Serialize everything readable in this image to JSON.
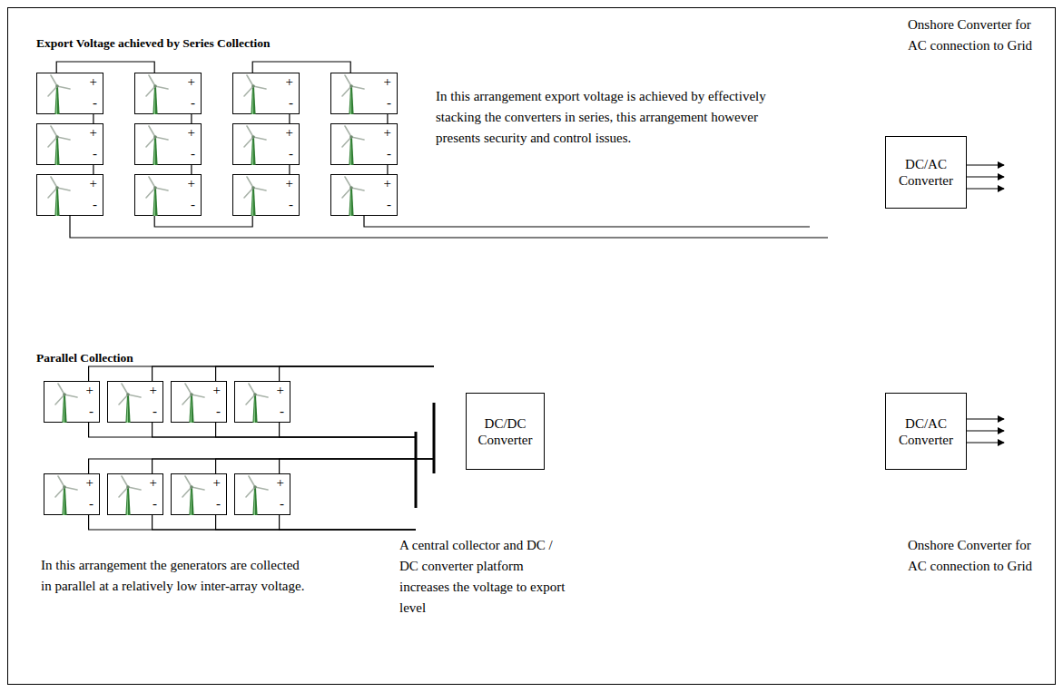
{
  "diagram": {
    "nodes": [
      {
        "text": [
          "+",
          "-"
        ]
      },
      {
        "text": [
          "+",
          "-"
        ]
      },
      {
        "text": [
          "+",
          "-"
        ]
      },
      {
        "text": [
          "+",
          "-"
        ]
      },
      {
        "text": [
          "+",
          "-"
        ]
      },
      {
        "text": [
          "+",
          "-"
        ]
      },
      {
        "text": [
          "+",
          "-"
        ]
      },
      {
        "text": [
          "+",
          "-"
        ]
      },
      {
        "text": [
          "+",
          "-"
        ]
      },
      {
        "text": [
          "+",
          "-"
        ]
      },
      {
        "text": [
          "+",
          "-"
        ]
      },
      {
        "text": [
          "+",
          "-"
        ]
      },
      {
        "text": [
          "DC/AC Converter"
        ]
      },
      {
        "text": [
          "+",
          "-"
        ]
      },
      {
        "text": [
          "+",
          "-"
        ]
      },
      {
        "text": [
          "+",
          "-"
        ]
      },
      {
        "text": [
          "+",
          "-"
        ]
      },
      {
        "text": [
          "+",
          "-"
        ]
      },
      {
        "text": [
          "+",
          "-"
        ]
      },
      {
        "text": [
          "+",
          "-"
        ]
      },
      {
        "text": [
          "+",
          "-"
        ]
      },
      {
        "text": [
          "DC/DC Converter"
        ]
      },
      {
        "text": [
          "DC/AC Converter"
        ]
      }
    ],
    "edges": [
      {
        "from": 8,
        "to": 4,
        "arrow": "none"
      },
      {
        "from": 4,
        "to": 0,
        "arrow": "none"
      },
      {
        "from": 0,
        "to": 1,
        "arrow": "none"
      },
      {
        "from": 1,
        "to": 5,
        "arrow": "none"
      },
      {
        "from": 5,
        "to": 9,
        "arrow": "none"
      },
      {
        "from": 9,
        "to": 10,
        "arrow": "none"
      },
      {
        "from": 10,
        "to": 6,
        "arrow": "none"
      },
      {
        "from": 6,
        "to": 2,
        "arrow": "none"
      },
      {
        "from": 2,
        "to": 3,
        "arrow": "none"
      },
      {
        "from": 3,
        "to": 7,
        "arrow": "none"
      },
      {
        "from": 7,
        "to": 11,
        "arrow": "none"
      },
      {
        "from": 8,
        "to": 12,
        "arrow": "none"
      },
      {
        "from": 11,
        "to": 12,
        "arrow": "none"
      },
      {
        "from": 13,
        "to": 21,
        "arrow": "none"
      },
      {
        "from": 13,
        "to": 21,
        "arrow": "none"
      },
      {
        "from": 14,
        "to": 21,
        "arrow": "none"
      },
      {
        "from": 14,
        "to": 21,
        "arrow": "none"
      },
      {
        "from": 15,
        "to": 21,
        "arrow": "none"
      },
      {
        "from": 15,
        "to": 21,
        "arrow": "none"
      },
      {
        "from": 16,
        "to": 21,
        "arrow": "none"
      },
      {
        "from": 16,
        "to": 21,
        "arrow": "none"
      },
      {
        "from": 17,
        "to": 21,
        "arrow": "none"
      },
      {
        "from": 17,
        "to": 21,
        "arrow": "none"
      },
      {
        "from": 18,
        "to": 21,
        "arrow": "none"
      },
      {
        "from": 18,
        "to": 21,
        "arrow": "none"
      },
      {
        "from": 19,
        "to": 21,
        "arrow": "none"
      },
      {
        "from": 19,
        "to": 21,
        "arrow": "none"
      },
      {
        "from": 20,
        "to": 21,
        "arrow": "none"
      },
      {
        "from": 20,
        "to": 21,
        "arrow": "none"
      },
      {
        "from": 21,
        "to": 22,
        "arrow": "none"
      },
      {
        "from": 21,
        "to": 22,
        "arrow": "none"
      },
      {
        "from": 21,
        "to": 22,
        "arrow": "none"
      }
    ],
    "labels": [
      "Export Voltage achieved by Series Collection",
      "In this arrangement export voltage is achieved by effectively stacking the converters in series, this arrangement however presents security and control issues.",
      "Onshore Converter for AC connection to Grid",
      "Parallel Collection",
      "In this arrangement the generators are collected in parallel at a relatively low inter-array voltage.",
      "A central collector and DC / DC converter platform increases the voltage to export level",
      "Onshore Converter for AC connection to Grid"
    ]
  }
}
